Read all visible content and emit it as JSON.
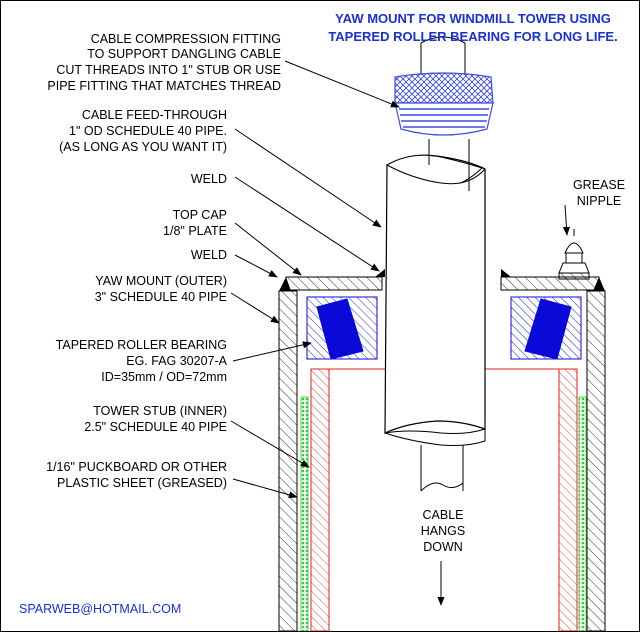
{
  "title": {
    "line1": "YAW MOUNT FOR WINDMILL TOWER USING",
    "line2": "TAPERED ROLLER BEARING FOR LONG LIFE."
  },
  "labels": {
    "compression": [
      "CABLE COMPRESSION FITTING",
      "TO SUPPORT DANGLING CABLE",
      "CUT THREADS INTO 1\" STUB OR USE",
      "PIPE FITTING THAT MATCHES THREAD"
    ],
    "feedthrough": [
      "CABLE FEED-THROUGH",
      "1\" OD SCHEDULE 40 PIPE.",
      "(AS LONG AS YOU WANT IT)"
    ],
    "weld_top": "WELD",
    "top_cap": [
      "TOP CAP",
      "1/8\" PLATE"
    ],
    "weld_mid": "WELD",
    "yaw_mount": [
      "YAW MOUNT (OUTER)",
      "3\" SCHEDULE 40 PIPE"
    ],
    "bearing": [
      "TAPERED ROLLER BEARING",
      "EG. FAG 30207-A",
      "ID=35mm / OD=72mm"
    ],
    "tower_stub": [
      "TOWER STUB (INNER)",
      "2.5\" SCHEDULE 40 PIPE"
    ],
    "puckboard": [
      "1/16\" PUCKBOARD OR OTHER",
      "PLASTIC SHEET (GREASED)"
    ],
    "grease": [
      "GREASE",
      "NIPPLE"
    ],
    "cable": [
      "CABLE",
      "HANGS",
      "DOWN"
    ]
  },
  "email": "SPARWEB@HOTMAIL.COM",
  "colors": {
    "title": "#1a2fd6",
    "bearing": "#0a0ad8",
    "fitting": "#3a4ee0",
    "stub": "#e02020",
    "puckboard": "#33cc33",
    "line": "#000000"
  }
}
